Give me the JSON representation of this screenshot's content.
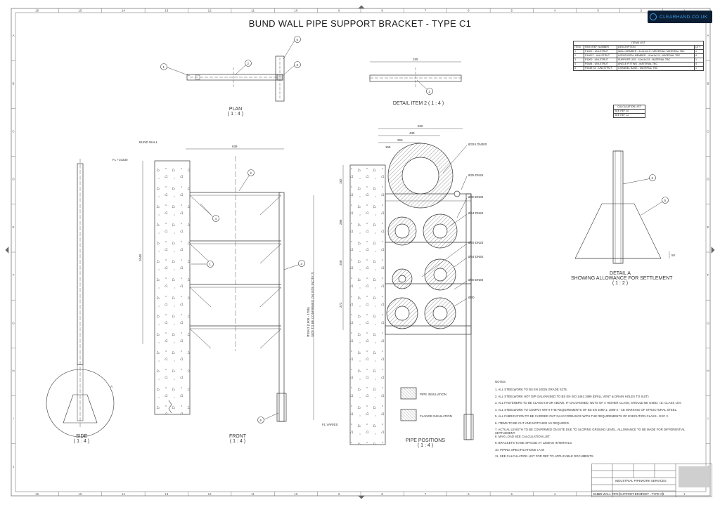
{
  "title": "BUND WALL PIPE SUPPORT BRACKET - TYPE C1",
  "brand": {
    "name": "CLEARHAND.CO.UK",
    "accent": "#1c6fb4"
  },
  "border": {
    "top_cols": [
      "16",
      "15",
      "14",
      "13",
      "12",
      "11",
      "10",
      "9",
      "8",
      "7",
      "6",
      "5",
      "4",
      "3",
      "2",
      "1"
    ],
    "bottom_cols": [
      "16",
      "15",
      "14",
      "13",
      "12",
      "11",
      "10",
      "9",
      "8",
      "7",
      "6",
      "5",
      "4",
      "3",
      "2",
      "1"
    ],
    "left_rows": [
      "A",
      "B",
      "C",
      "D",
      "E",
      "F",
      "G",
      "H",
      "I",
      "J"
    ],
    "right_rows": [
      "A",
      "B",
      "C",
      "D",
      "E",
      "F",
      "G",
      "H",
      "I",
      "J"
    ]
  },
  "views": {
    "plan": {
      "caption": "PLAN",
      "scale": "( 1 : 4 )"
    },
    "detail2": {
      "caption": "DETAIL ITEM 2  ( 1 : 4 )",
      "dim": "155"
    },
    "side": {
      "caption": "SIDE",
      "scale": "( 1 : 4 )",
      "marker": "A"
    },
    "front": {
      "caption": "FRONT",
      "scale": "( 1 : 4 )",
      "bund_wall": "BUND WALL",
      "fl_top": "FL +10330",
      "fl_bottom": "FL VARIES",
      "dim_width": "638",
      "dim_height": "1048",
      "leg_note_1": "ITEM 3 (1900 - 1785)",
      "leg_note_2": "SIZE TO BE CONFIRMED ON SITE (NOTE 7)"
    },
    "pipes": {
      "caption": "PIPE POSITIONS",
      "scale": "( 1 : 4 )",
      "dims_top": [
        "560",
        "438",
        "250",
        "155"
      ],
      "dims_side": [
        "182",
        "286",
        "258",
        "272"
      ],
      "callouts": [
        "Ø324 DN300",
        "Ø25 DN25",
        "Ø90 DN80",
        "Ø64 DN50",
        "Ø25 DN25",
        "Ø64 DN50",
        "Ø90 DN80",
        "Ø90"
      ],
      "legend_pipe": "PIPE INSULATION",
      "legend_flange": "FLANGE INSULATION"
    },
    "detailA": {
      "caption": "DETAIL A",
      "subcaption": "SHOWING ALLOWANCE FOR SETTLEMENT",
      "scale": "( 1 : 2 )",
      "dim": "50"
    }
  },
  "items_list": {
    "title": "ITEMS LIST",
    "headers": [
      "ITEM",
      "PART/REF NUMBER",
      "DESCRIPTION",
      "QTY"
    ],
    "rows": [
      [
        "1",
        "P1000 - UNI-STRUT",
        "WALL MEMBER - 41x41x2.5 - MATERIAL: MATERIAL TBC",
        "1"
      ],
      [
        "2",
        "P1000T - UNI-STRUT",
        "HORIZONTAL MEMBER - 41x41x2.5 - MATERIAL TBC",
        "4"
      ],
      [
        "3",
        "P1000 - UNI-STRUT",
        "SUPPORT LEG - 41x41x2.5 - MATERIAL TBC",
        "1"
      ],
      [
        "4",
        "P2484 - UNI-STRUT",
        "ANGLE FITTING - MATERIAL TBC",
        "4"
      ],
      [
        "5",
        "P2548 S1 - UNI-STRUT",
        "CHANNEL BASE - MATERIAL TBC",
        "1"
      ]
    ]
  },
  "calc_list": {
    "title": "CALCULATION LIST",
    "rows": [
      "SEE REF 02",
      "SEE REF 12"
    ]
  },
  "notes": {
    "heading": "NOTES:",
    "items": [
      "1.   ALL STEELWORK TO BS EN 10025 GRADE S275.",
      "2.   ALL STEELWORK HOT DIP GALVANISED TO BS EN ISO 1461:1999 (DRILL VENT & DRAIN HOLES TO SUIT)",
      "3.   ALL FASTENERS TO BE CLASS 8.8 OR ABOVE, IF GALVANISED, NUTS OF A HIGHER CLASS, SHOULD BE USED, I.E. CLASS 10.0",
      "4.   ALL STEELWORK TO COMPLY WITH THE REQUIREMENTS OF BS EN 1090-1, 1090-2 - CE MARKING OF STRUCTURAL STEEL.",
      "5.   ALL FABRICATION TO BE CARRIED OUT IN ACCORDANCE WITH THE REQUIREMENTS OF EXECUTION CLASS - EXC 2.",
      "6.   ITEMS TO BE CUT AND NOTCHED AS REQUIRED.",
      "7.   ACTUAL LENGTH TO BE CONFIRMED ON SITE DUE TO SLOPING GROUND LEVEL. ALLOWANCE TO BE MADE FOR DIFFERENTIAL SETTLEMENT.",
      "8.   MAX LOAD SEE CALCULATION LIST.",
      "9.   BRACKETS TO BE SPACED AT 1200mm INTERVALS.",
      "10.  PIPING SPECIFICATIONS I.A.W",
      "11.  SEE CALCULATION LIST FOR REF TO APPLICABLE DOCUMENTS."
    ]
  },
  "title_block": {
    "company": "INDUSTRIAL PIPEWORK SERVICES",
    "drawing": "BUND WALL PIPE SUPPORT BRACKET - TYPE C1"
  }
}
